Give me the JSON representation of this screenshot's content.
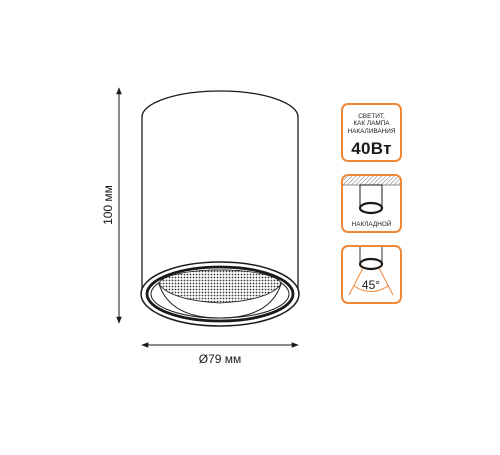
{
  "dimensions": {
    "height_label": "100 мм",
    "diameter_label": "Ø79 мм"
  },
  "badges": {
    "power": {
      "line1": "СВЕТИТ,",
      "line2": "КАК ЛАМПА",
      "line3": "НАКАЛИВАНИЯ",
      "value": "40Вт"
    },
    "mount": {
      "label": "НАКЛАДНОЙ",
      "icon": "surface-mounted-lamp-icon"
    },
    "angle": {
      "label": "45°",
      "icon": "beam-angle-icon"
    }
  },
  "colors": {
    "accent": "#f0883a",
    "outline": "#1a1a1a"
  }
}
